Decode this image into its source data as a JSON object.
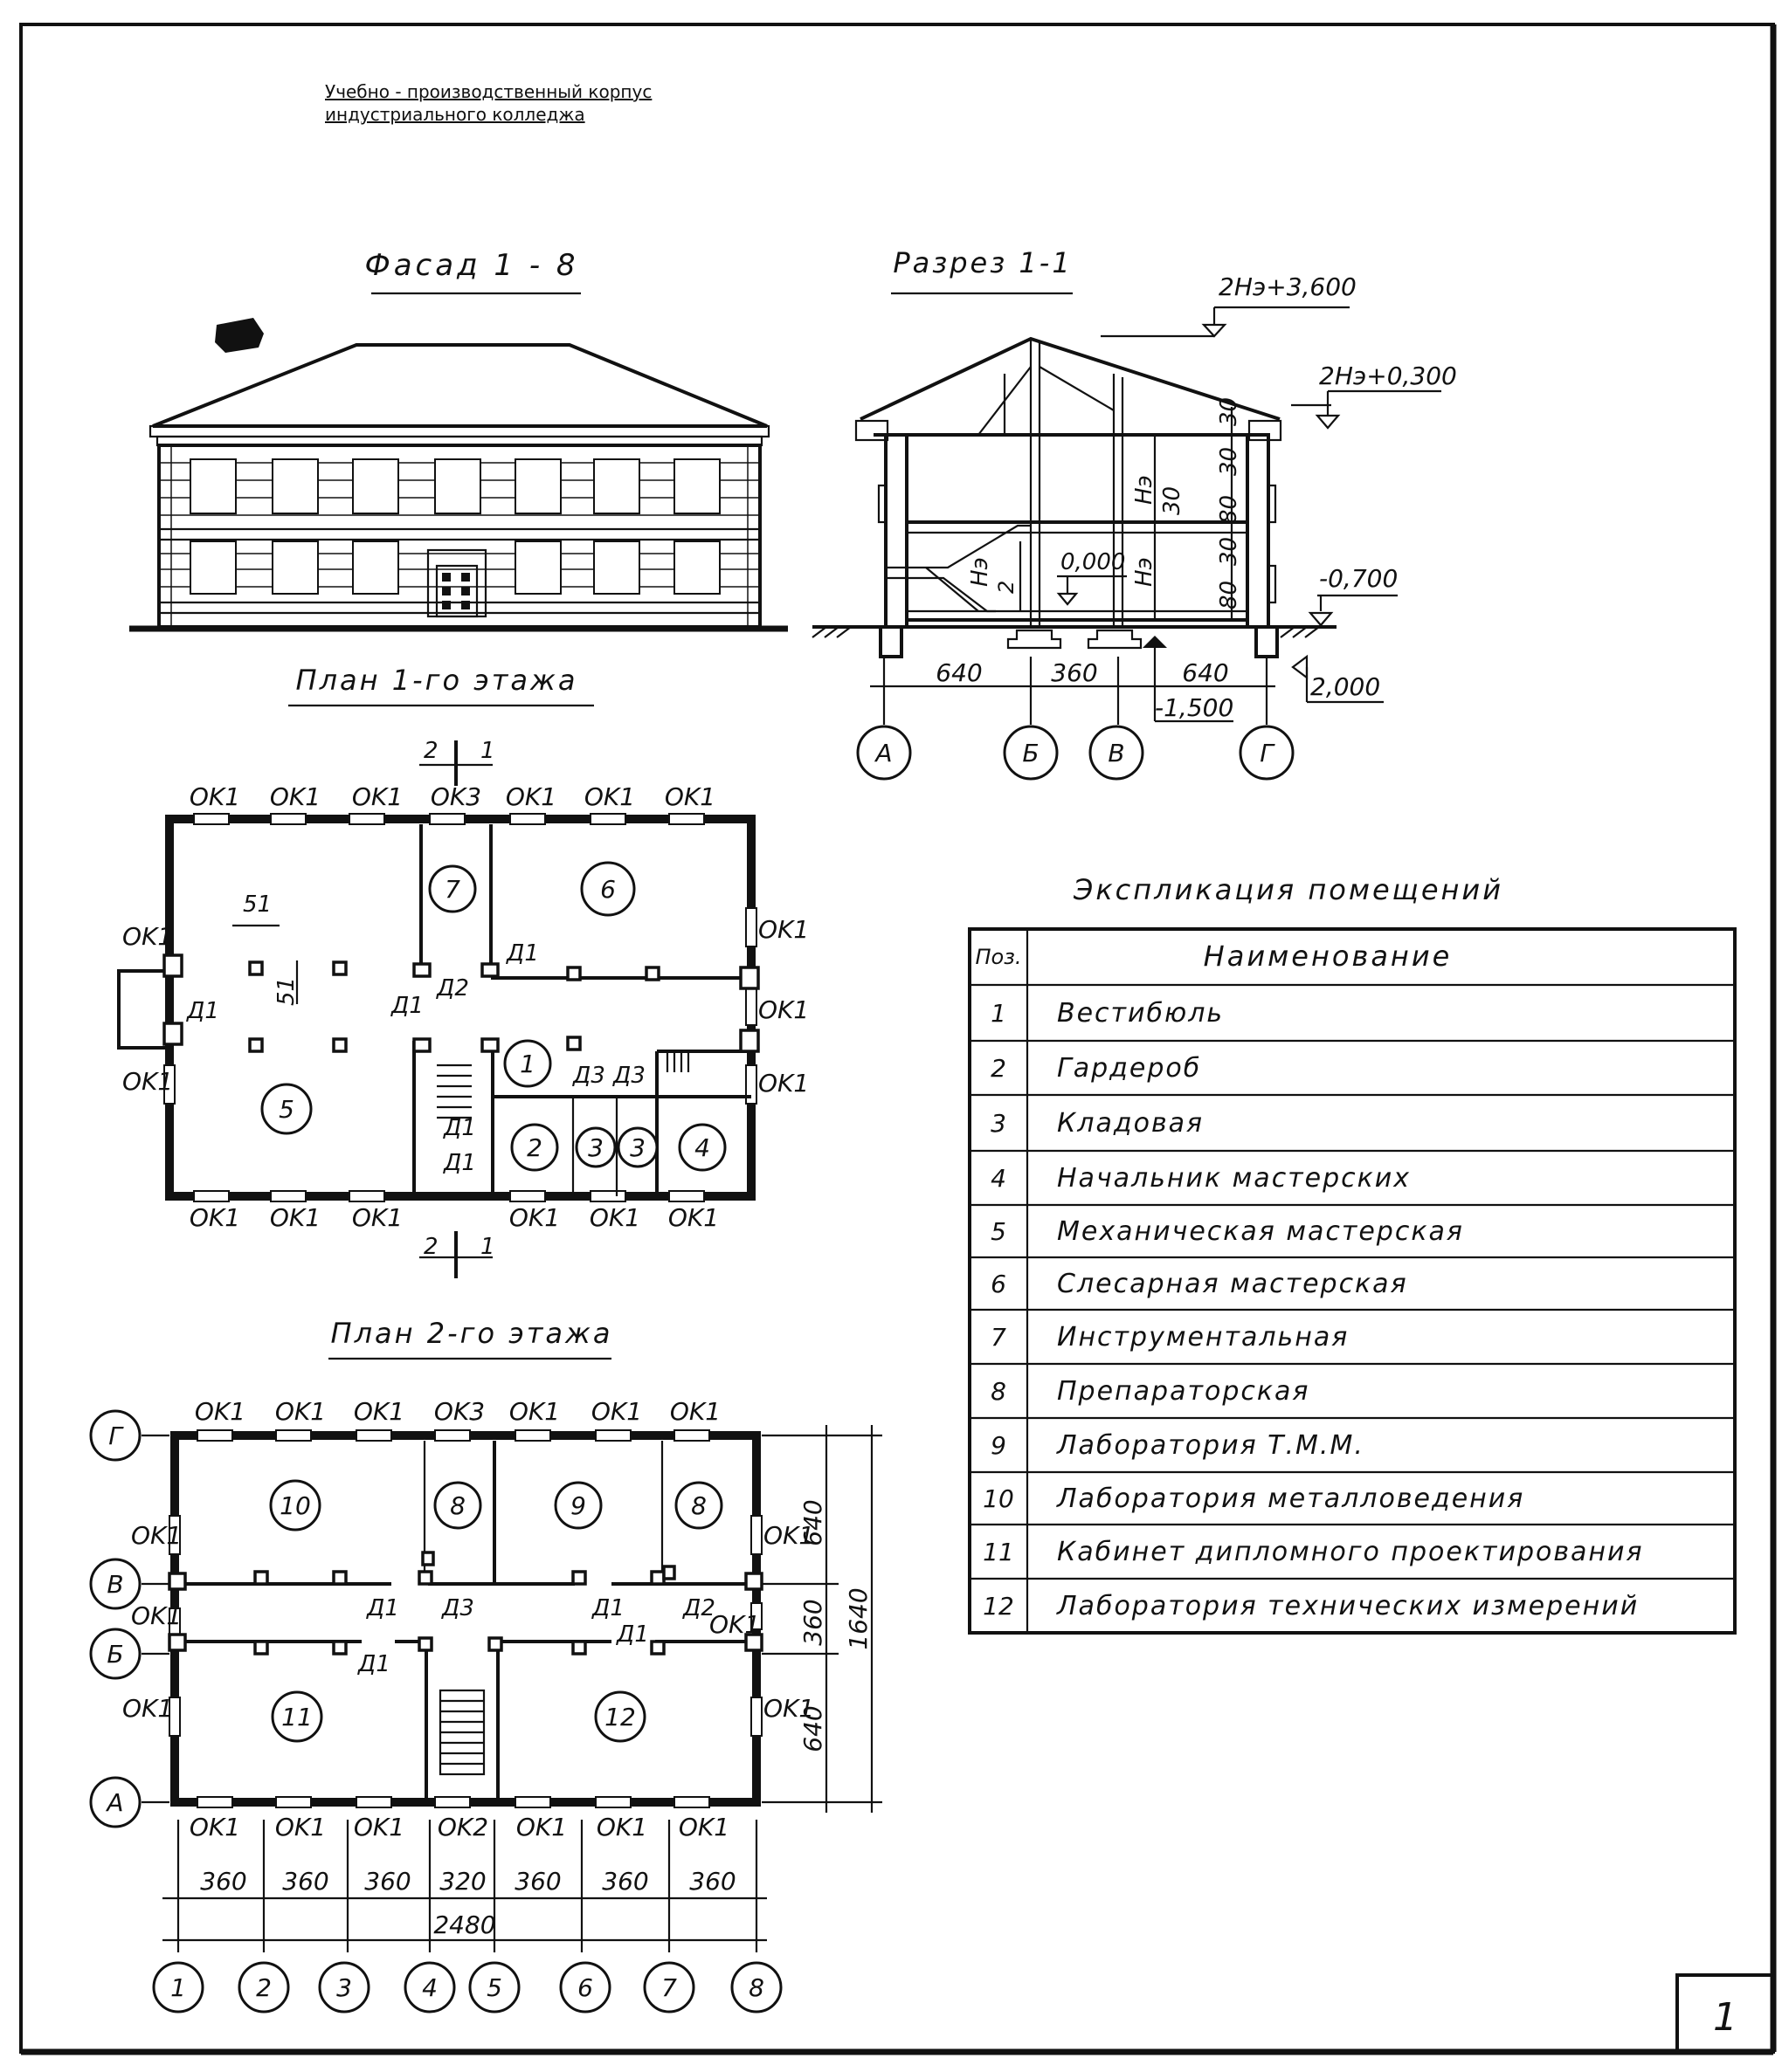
{
  "header": {
    "line1": "Учебно - производственный корпус",
    "line2": "индустриального колледжа"
  },
  "facade": {
    "title": "Фасад 1 - 8"
  },
  "section": {
    "title": "Разрез 1-1",
    "elev_ridge": "2Hэ+3,600",
    "elev_eave": "2Hэ+0,300",
    "elev_floor": "0,000",
    "elev_ground": "-0,700",
    "elev_footing": "-1,500",
    "elev_bottom": "2,000",
    "dim_spans": [
      "640",
      "360",
      "640"
    ],
    "height_labels": [
      "30",
      "30",
      "30",
      "80",
      "30",
      "80",
      "Hэ",
      "Hэ",
      "Hэ",
      "2"
    ],
    "axes": [
      "А",
      "Б",
      "В",
      "Г"
    ]
  },
  "plan1": {
    "title": "План 1-го этажа",
    "cut_top": [
      "2",
      "1"
    ],
    "cut_bottom": [
      "2",
      "1"
    ],
    "windows_top": [
      "OK1",
      "OK1",
      "OK1",
      "OK3",
      "OK1",
      "OK1",
      "OK1"
    ],
    "windows_bottom": [
      "OK1",
      "OK1",
      "OK1",
      "OK1",
      "OK1",
      "OK1"
    ],
    "windows_left": [
      "OK1",
      "OK1"
    ],
    "windows_right": [
      "OK1",
      "OK1",
      "OK1"
    ],
    "doors": [
      "Д1",
      "Д1",
      "Д2",
      "Д1",
      "Д1",
      "Д1",
      "Д3",
      "Д3"
    ],
    "col_dims": [
      "51",
      "51"
    ],
    "rooms": [
      "7",
      "6",
      "1",
      "5",
      "2",
      "3",
      "3",
      "4"
    ]
  },
  "plan2": {
    "title": "План 2-го этажа",
    "windows_top": [
      "OK1",
      "OK1",
      "OK1",
      "OK3",
      "OK1",
      "OK1",
      "OK1"
    ],
    "windows_bottom": [
      "OK1",
      "OK1",
      "OK1",
      "OK2",
      "OK1",
      "OK1",
      "OK1"
    ],
    "windows_left": [
      "OK1",
      "OK1",
      "OK1"
    ],
    "windows_right": [
      "OK1",
      "OK1",
      "OK1"
    ],
    "doors": [
      "Д1",
      "Д3",
      "Д1",
      "Д2",
      "Д1",
      "Д1"
    ],
    "rooms": [
      "10",
      "8",
      "9",
      "8",
      "11",
      "12"
    ],
    "dims_bottom": [
      "360",
      "360",
      "360",
      "320",
      "360",
      "360",
      "360"
    ],
    "dim_total": "2480",
    "dims_right": [
      "640",
      "360",
      "640"
    ],
    "dim_right_total": "1640",
    "axes_left": [
      "Г",
      "В",
      "Б",
      "А"
    ],
    "axes_bottom": [
      "1",
      "2",
      "3",
      "4",
      "5",
      "6",
      "7",
      "8"
    ]
  },
  "explication": {
    "title": "Экспликация помещений",
    "head_pos": "Поз.",
    "head_name": "Наименование",
    "rows": [
      {
        "pos": "1",
        "name": "Вестибюль"
      },
      {
        "pos": "2",
        "name": "Гардероб"
      },
      {
        "pos": "3",
        "name": "Кладовая"
      },
      {
        "pos": "4",
        "name": "Начальник мастерских"
      },
      {
        "pos": "5",
        "name": "Механическая мастерская"
      },
      {
        "pos": "6",
        "name": "Слесарная мастерская"
      },
      {
        "pos": "7",
        "name": "Инструментальная"
      },
      {
        "pos": "8",
        "name": "Препараторская"
      },
      {
        "pos": "9",
        "name": "Лаборатория Т.М.М."
      },
      {
        "pos": "10",
        "name": "Лаборатория металловедения"
      },
      {
        "pos": "11",
        "name": "Кабинет дипломного проектирования"
      },
      {
        "pos": "12",
        "name": "Лаборатория технических измерений"
      }
    ]
  },
  "sheet_number": "1"
}
